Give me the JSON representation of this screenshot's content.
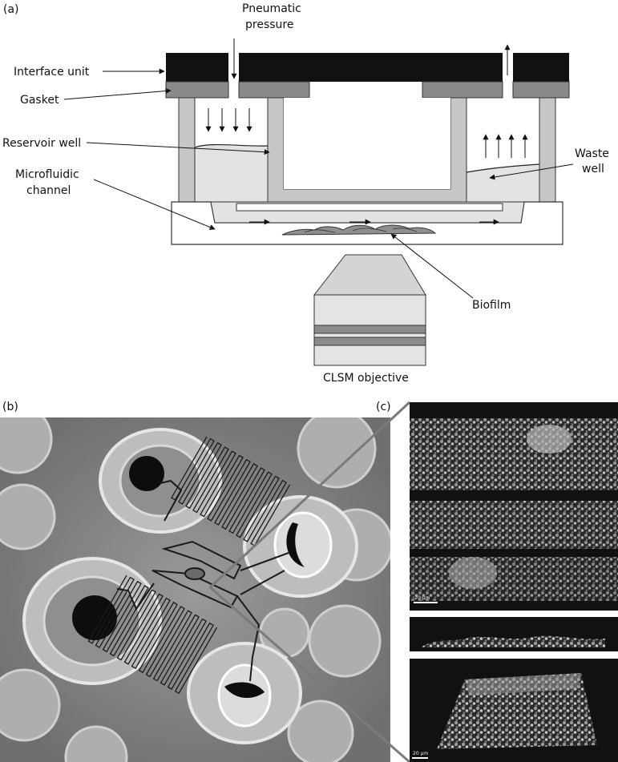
{
  "panel_a": {
    "letter": "(a)",
    "labels": {
      "pneumatic_line1": "Pneumatic",
      "pneumatic_line2": "pressure",
      "interface_unit": "Interface unit",
      "gasket": "Gasket",
      "reservoir_well": "Reservoir well",
      "microfluidic_line1": "Microfluidic",
      "microfluidic_line2": "channel",
      "waste_line1": "Waste",
      "waste_line2": "well",
      "biofilm": "Biofilm",
      "clsm_objective": "CLSM objective"
    }
  },
  "panel_b": {
    "letter": "(b)"
  },
  "panel_c": {
    "letter": "(c)",
    "scale_top": "20 µm",
    "scale_bottom": "20 µm"
  }
}
